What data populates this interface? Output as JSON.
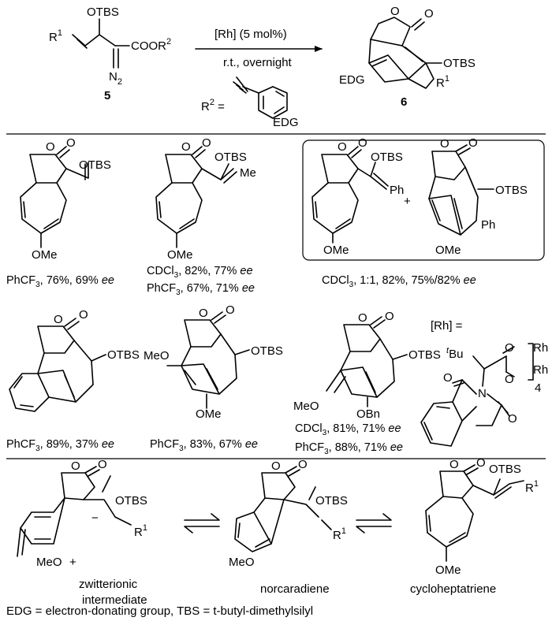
{
  "top": {
    "substrate": {
      "r1": "R",
      "r1_sup": "1",
      "otbs": "OTBS",
      "coor_a": "COOR",
      "coor_sup": "2",
      "n2_a": "N",
      "n2_sub": "2",
      "number": "5"
    },
    "arrow": {
      "catalyst": "[Rh] (5 mol%)",
      "conditions": "r.t., overnight",
      "r2_a": "R",
      "r2_sup": "2",
      "r2_eq": " =",
      "edg": "EDG"
    },
    "product": {
      "o1": "O",
      "o2": "O",
      "otbs": "OTBS",
      "edg": "EDG",
      "r1": "R",
      "r1_sup": "1",
      "number": "6"
    }
  },
  "middle": {
    "p1": {
      "o1": "O",
      "o2": "O",
      "otbs": "OTBS",
      "ome": "OMe",
      "cap_a": "PhCF",
      "cap_sub": "3",
      "cap_b": ", 76%, 69% ",
      "cap_ee": "ee"
    },
    "p2": {
      "o1": "O",
      "o2": "O",
      "otbs": "OTBS",
      "me": "Me",
      "ome": "OMe",
      "cap1_a": "CDCl",
      "cap1_sub": "3",
      "cap1_b": ", 82%, 77% ",
      "cap1_ee": "ee",
      "cap2_a": "PhCF",
      "cap2_sub": "3",
      "cap2_b": ", 67%, 71% ",
      "cap2_ee": "ee"
    },
    "p3": {
      "o1": "O",
      "o2": "O",
      "otbs": "OTBS",
      "ph": "Ph",
      "ome": "OMe",
      "plus": "+",
      "o3": "O",
      "o4": "O",
      "otbs2": "OTBS",
      "ph2": "Ph",
      "ome2": "OMe",
      "cap_a": "CDCl",
      "cap_sub": "3",
      "cap_b": ", 1:1, 82%, 75%/82% ",
      "cap_ee": "ee"
    },
    "p4": {
      "o1": "O",
      "o2": "O",
      "otbs": "OTBS",
      "cap_a": "PhCF",
      "cap_sub": "3",
      "cap_b": ", 89%, 37% ",
      "cap_ee": "ee"
    },
    "p5": {
      "o1": "O",
      "o2": "O",
      "otbs": "OTBS",
      "meo": "MeO",
      "ome": "OMe",
      "cap_a": "PhCF",
      "cap_sub": "3",
      "cap_b": ", 83%, 67% ",
      "cap_ee": "ee"
    },
    "p6": {
      "o1": "O",
      "o2": "O",
      "otbs": "OTBS",
      "meo": "MeO",
      "obn": "OBn",
      "cap1_a": "CDCl",
      "cap1_sub": "3",
      "cap1_b": ", 81%, 71% ",
      "cap1_ee": "ee",
      "cap2_a": "PhCF",
      "cap2_sub": "3",
      "cap2_b": ", 88%, 71% ",
      "cap2_ee": "ee"
    },
    "rh": {
      "label": "[Rh] =",
      "tbu_sup": "t",
      "tbu": "Bu",
      "o1": "O",
      "o2": "O",
      "rh1": "Rh",
      "rh2": "Rh",
      "sub4": "4",
      "o3": "O",
      "o4": "O",
      "n": "N"
    }
  },
  "bottom": {
    "zw": {
      "o1": "O",
      "o2": "O",
      "otbs": "OTBS",
      "minus": "−",
      "r1": "R",
      "r1_sup": "1",
      "meo": "MeO",
      "plus": "+",
      "label1": "zwitterionic",
      "label2": "intermediate"
    },
    "nc": {
      "o1": "O",
      "o2": "O",
      "otbs": "OTBS",
      "meo": "MeO",
      "r1": "R",
      "r1_sup": "1",
      "label": "norcaradiene"
    },
    "ch": {
      "o1": "O",
      "o2": "O",
      "otbs": "OTBS",
      "r1": "R",
      "r1_sup": "1",
      "ome": "OMe",
      "label": "cycloheptatriene"
    },
    "footnote": "EDG = electron-donating group, TBS = t-butyl-dimethylsilyl"
  }
}
